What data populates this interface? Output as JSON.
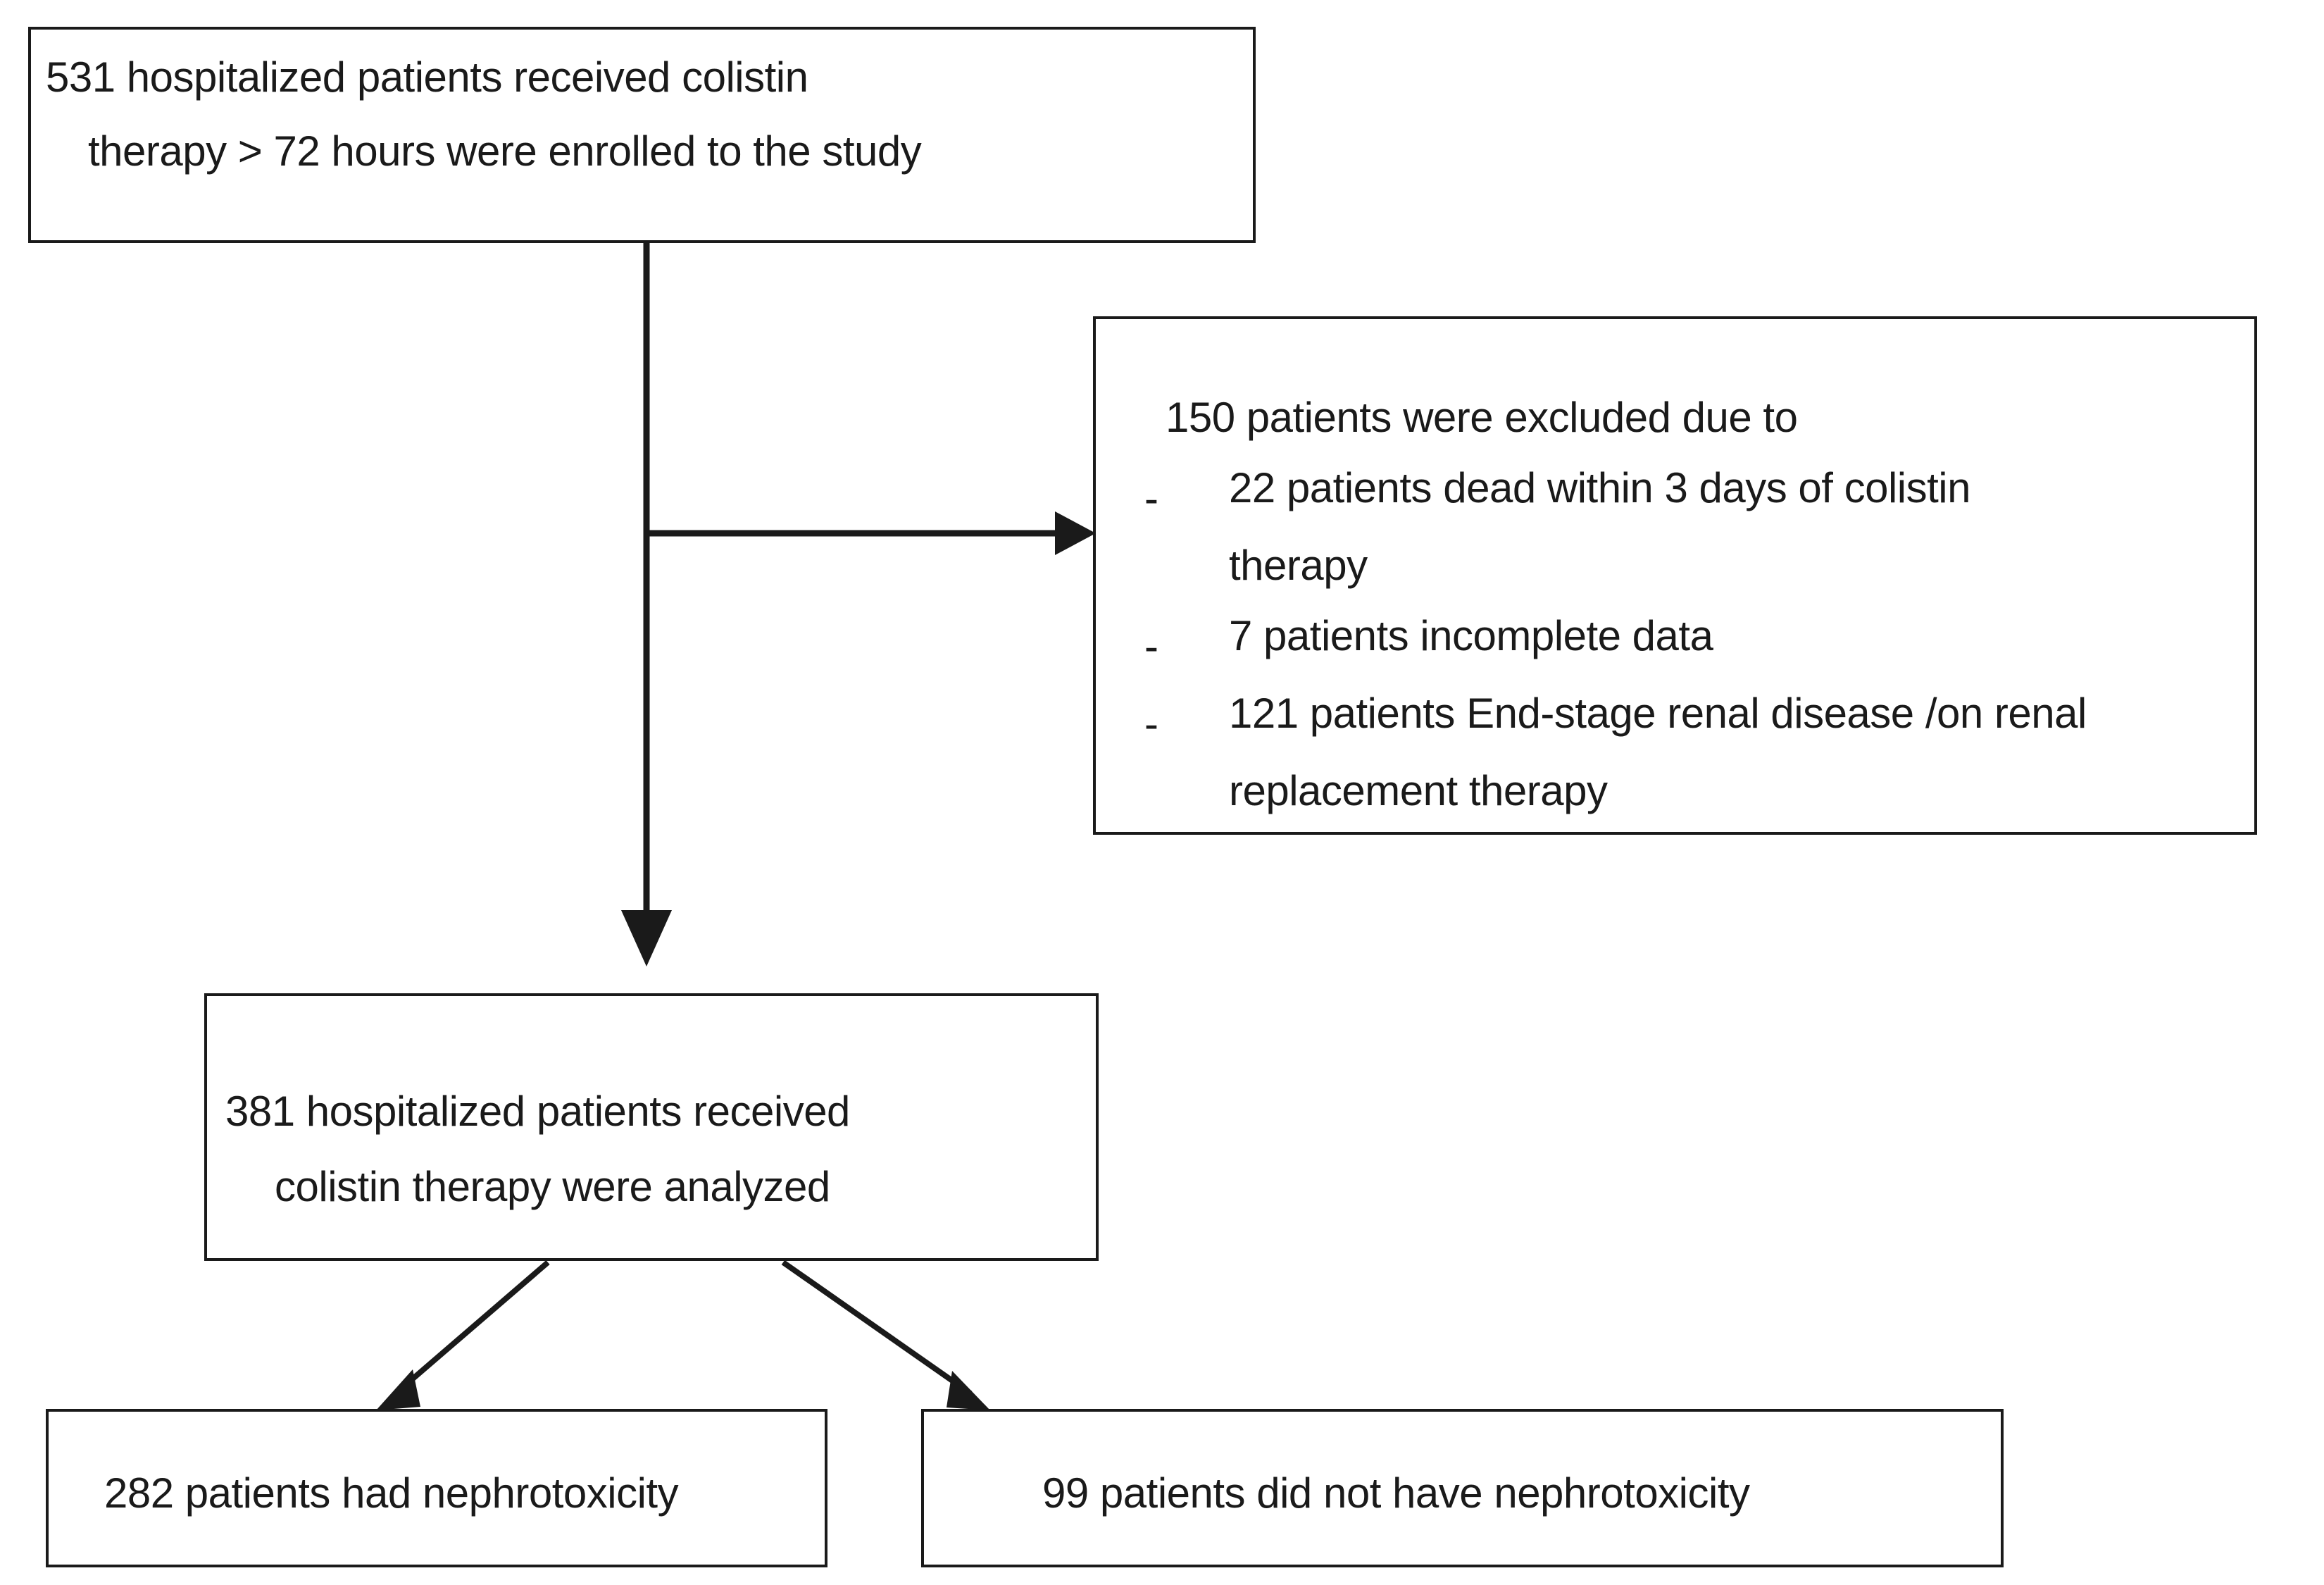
{
  "diagram": {
    "title": "Patient enrollment flow diagram",
    "type": "flowchart",
    "line_color": "#1a1a1a",
    "background": "#ffffff",
    "nodes": {
      "enrolled": {
        "line1": "531 hospitalized patients received",
        "line2": "therapy > 72 hours were enrolled to the study"
      },
      "excluded": {
        "heading": "150 patients were excluded due to",
        "bullet_marker": "-",
        "items": [
          {
            "line1": "22 patients dead within 3 days of colistin",
            "line2": "therapy"
          },
          {
            "line1": "7 patients incomplete data",
            "line2": ""
          },
          {
            "line1": "121 patients End-stage renal disease /on renal",
            "line2": "replacement therapy"
          }
        ]
      },
      "analyzed": {
        "line1": "381 hospitalized patients received",
        "line2": "colistin therapy were analyzed"
      },
      "nephrotoxicity": {
        "line1": "282 patients had nephrotoxicity"
      },
      "no_nephrotoxicity": {
        "line1": "99 patients did not have nephrotoxicity"
      }
    },
    "enrolled_line1_tail": " colistin"
  }
}
